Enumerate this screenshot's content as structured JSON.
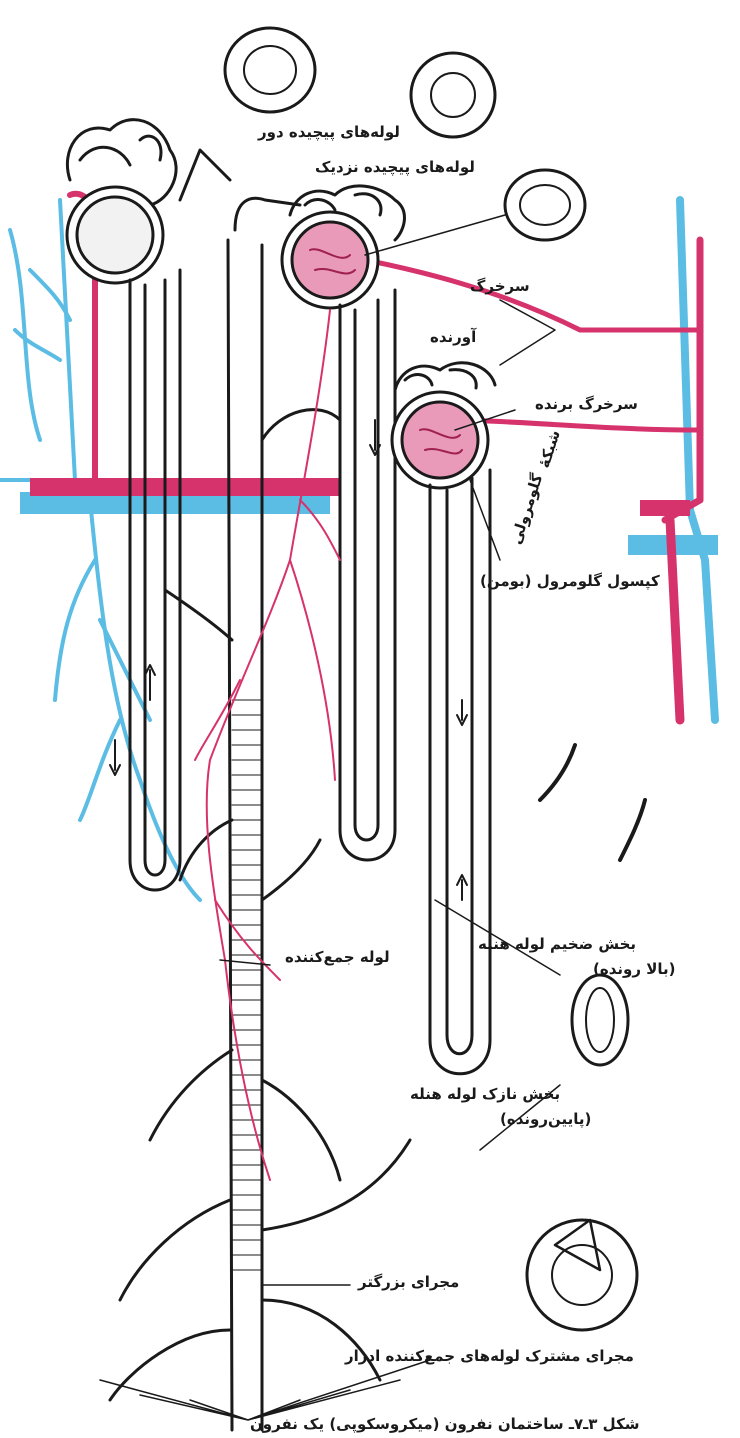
{
  "labels": {
    "distal_tubules": "لوله‌های پیچیده دور",
    "proximal_tubules": "لوله‌های پیچیده نزدیک",
    "afferent_1": "سرخرگ",
    "afferent_2": "آورنده",
    "efferent": "سرخرگ برنده",
    "glomerular_network_1": "شبکهٔ",
    "glomerular_network_2": "گلومرولی",
    "capsule": "کپسول گلومرول (بومن)",
    "thick_loop_1": "بخش ضخیم لوله هنله",
    "thick_loop_2": "(بالا رونده)",
    "collecting_tube": "لوله جمع‌کننده",
    "thin_loop_1": "بخش نازک لوله هنله",
    "thin_loop_2": "(پایین‌رونده)",
    "larger_duct": "مجرای بزرگتر",
    "common_duct": "مجرای مشترک لوله‌های جمع‌کننده ادرار",
    "caption": "شکل ۳ـ۷ـ ساختمان نفرون (میکروسکوپی) یک نفرون"
  },
  "colors": {
    "artery": "#d6336c",
    "vein": "#5bbce4",
    "ink": "#1a1a1a",
    "glomerulus_fill": "#e89ab8"
  }
}
